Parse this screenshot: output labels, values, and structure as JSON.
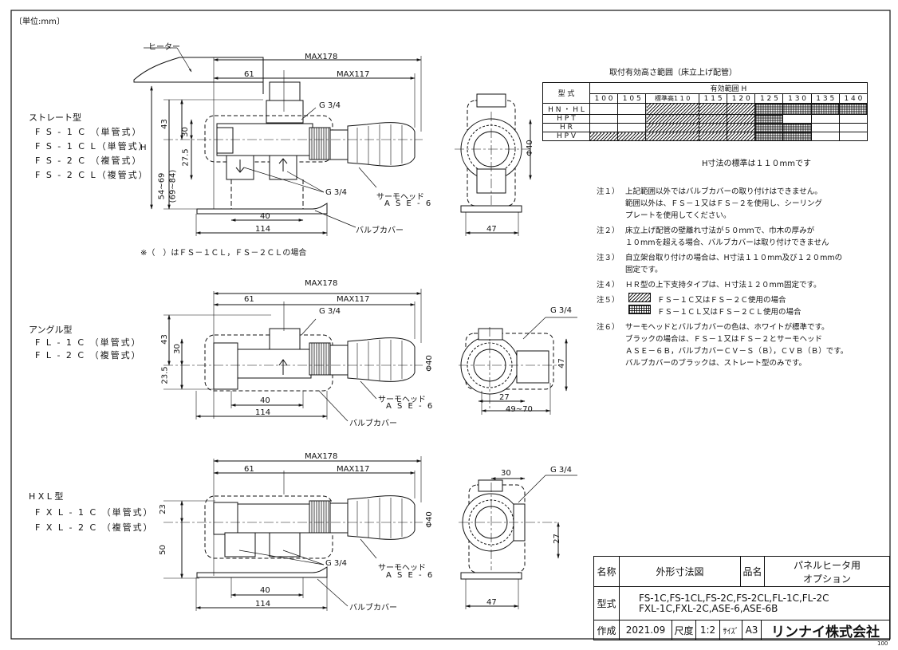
{
  "unit_note": "〔単位:mm〕",
  "page_number": "100",
  "straight": {
    "group_label": "ストレート型",
    "models": [
      "F S - 1 C （単管式）",
      "F S - 1 C L（単管式）",
      "F S - 2 C （複管式）",
      "F S - 2 C L（複管式）"
    ],
    "heater_label": "ヒーター",
    "dims": {
      "max178": "MAX178",
      "max117": "MAX117",
      "d61": "61",
      "g34_top": "G 3/4",
      "d43": "43",
      "d30": "30",
      "d275": "27.5",
      "h": "H",
      "d5469": "54~69",
      "d6984": "(69~84)",
      "g34_bottom": "G 3/4",
      "d40": "40",
      "d114": "114",
      "phi40": "Φ40",
      "d47": "47"
    },
    "thermo_label": "サーモヘッド",
    "thermo_model": "A S E - 6",
    "cover_label": "バルブカバー",
    "footnote": "※（　）はＦＳ－１ＣＬ，ＦＳ－２ＣＬの場合"
  },
  "angle": {
    "group_label": "アングル型",
    "models": [
      "F L - 1 C （単管式）",
      "F L - 2 C （複管式）"
    ],
    "dims": {
      "max178": "MAX178",
      "max117": "MAX117",
      "d61": "61",
      "g34": "G 3/4",
      "d43": "43",
      "d30": "30",
      "d235": "23.5",
      "d40": "40",
      "d114": "114",
      "phi40": "Φ40",
      "g34_side": "G 3/4",
      "d47": "47",
      "d27": "27",
      "d4970": "49~70"
    },
    "thermo_label": "サーモヘッド",
    "thermo_model": "A S E - 6",
    "cover_label": "バルブカバー"
  },
  "hxl": {
    "group_label": "H X L 型",
    "models": [
      "F X L - 1 C （単管式）",
      "F X L - 2 C （複管式）"
    ],
    "dims": {
      "max178": "MAX178",
      "max117": "MAX117",
      "d61": "61",
      "d23": "23",
      "d50": "50",
      "g34": "G 3/4",
      "d40": "40",
      "d114": "114",
      "phi40": "Φ40",
      "d30": "30",
      "g34_side": "G 3/4",
      "d27": "27",
      "d47": "47"
    },
    "thermo_label": "サーモヘッド",
    "thermo_model": "A S E - 6",
    "cover_label": "バルブカバー"
  },
  "range_table": {
    "title": "取付有効高さ範囲（床立上げ配管）",
    "type_header": "型 式",
    "range_header": "有効範囲 H",
    "columns": [
      "1 0 0",
      "1 0 5",
      "標準高1 1 0",
      "1 1 5",
      "1 2 0",
      "1 2 5",
      "1 3 0",
      "1 3 5",
      "1 4 0"
    ],
    "rows": [
      {
        "name": "H N ・ H L",
        "start": 2,
        "end": 9
      },
      {
        "name": "H P T",
        "start": 2,
        "end": 6
      },
      {
        "name": "H R",
        "start": 2,
        "end": 7
      },
      {
        "name": "H P V",
        "start": 0,
        "end": 7
      }
    ],
    "standard_note": "H寸法の標準は１１０mmです"
  },
  "notes": [
    {
      "num": "注１）",
      "text": "上記範囲以外ではバルブカバーの取り付けはできません。"
    },
    {
      "num": "",
      "text": "範囲以外は、ＦＳ－１又はＦＳ－２を使用し、シーリング"
    },
    {
      "num": "",
      "text": "プレートを使用してください。"
    },
    {
      "num": "注２）",
      "text": "床立上げ配管の壁離れ寸法が５０ｍｍで、巾木の厚みが"
    },
    {
      "num": "",
      "text": "１０mmを超える場合、バルブカバーは取り付けできません"
    },
    {
      "num": "注３）",
      "text": "自立架台取り付けの場合は、H寸法１１０mm及び１２０mmの"
    },
    {
      "num": "",
      "text": "固定です。"
    },
    {
      "num": "注４）",
      "text": "ＨＲ型の上下支持タイプは、Ｈ寸法１２０mm固定です。"
    },
    {
      "num": "注５）",
      "text": "ＦＳ－１Ｃ又はＦＳ－２Ｃ使用の場合"
    },
    {
      "num": "",
      "text": "ＦＳ－１ＣＬ又はＦＳ－２ＣＬ使用の場合"
    },
    {
      "num": "注６）",
      "text": "サーモヘッドとバルブカバーの色は、ホワイトが標準です。"
    },
    {
      "num": "",
      "text": "ブラックの場合は、ＦＳ－１又はＦＳ－２とサーモヘッド"
    },
    {
      "num": "",
      "text": "ＡＳＥ－６Ｂ，バルブカバーＣＶ－Ｓ（Ｂ），ＣＶＢ（Ｂ）です。"
    },
    {
      "num": "",
      "text": "バルブカバーのブラックは、ストレート型のみです。"
    }
  ],
  "title_block": {
    "name_label": "名称",
    "name_value": "外形寸法図",
    "product_label": "品名",
    "product_value_1": "パネルヒータ用",
    "product_value_2": "オプション",
    "model_label": "型式",
    "model_value_1": "FS-1C,FS-1CL,FS-2C,FS-2CL,FL-1C,FL-2C",
    "model_value_2": "FXL-1C,FXL-2C,ASE-6,ASE-6B",
    "created_label": "作成",
    "created_value": "2021.09",
    "scale_label": "尺度",
    "scale_value": "1:2",
    "size_label": "ｻｲｽﾞ",
    "size_value": "A3",
    "company": "リンナイ株式会社"
  }
}
